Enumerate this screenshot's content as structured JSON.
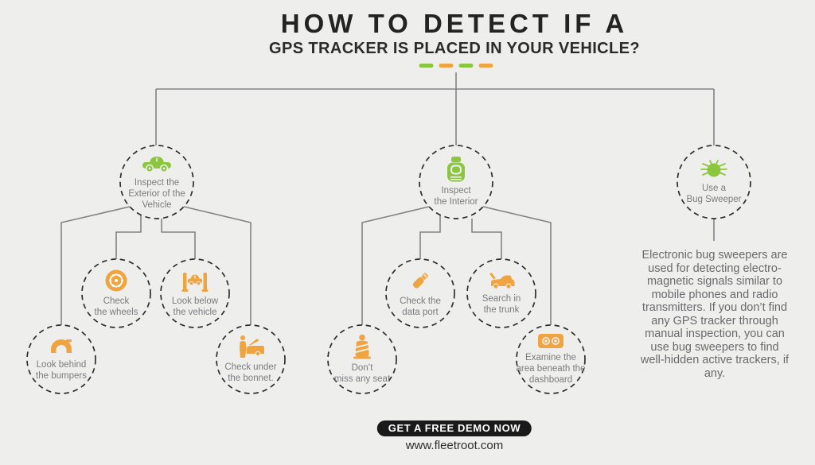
{
  "title": {
    "line1": "HOW TO DETECT IF A",
    "line2": "GPS TRACKER IS PLACED IN YOUR VEHICLE?"
  },
  "colors": {
    "background": "#eeeeec",
    "green": "#8cc63e",
    "orange": "#f0a440",
    "connector_gray": "#838387",
    "circle_dash": "#2e2e2e",
    "node_text_gray": "#7c7c80",
    "title_dark": "#232323",
    "cta_background": "#1a1a1a",
    "cta_text": "#ffffff"
  },
  "diagram": {
    "main_nodes": {
      "exterior": {
        "label": "Inspect the\nExterior of the\nVehicle",
        "icon": "car-icon"
      },
      "interior": {
        "label": "Inspect\nthe Interior",
        "icon": "car-seat-icon"
      },
      "bug_sweeper": {
        "label": "Use a\nBug Sweeper",
        "icon": "bug-icon"
      }
    },
    "exterior_children": {
      "bumpers": {
        "label": "Look behind\nthe bumpers",
        "icon": "bumper-icon"
      },
      "wheels": {
        "label": "Check\nthe wheels",
        "icon": "wheel-icon"
      },
      "below_vehicle": {
        "label": "Look below\nthe vehicle",
        "icon": "car-lift-icon"
      },
      "bonnet": {
        "label": "Check under\nthe bonnet.",
        "icon": "mechanic-icon"
      }
    },
    "interior_children": {
      "seat": {
        "label": "Don’t\nmiss any seat",
        "icon": "baby-seat-icon"
      },
      "data_port": {
        "label": "Check the\ndata port",
        "icon": "usb-icon"
      },
      "trunk": {
        "label": "Search in\nthe trunk",
        "icon": "car-trunk-icon"
      },
      "dashboard": {
        "label": "Examine the\narea beneath the\ndashboard",
        "icon": "dashboard-icon"
      }
    },
    "bug_sweeper_description": "Electronic bug sweepers are\nused for detecting electro-\nmagnetic signals similar to\nmobile phones and radio\ntransmitters. If you don’t find\nany GPS tracker through\nmanual inspection, you can\nuse bug sweepers to find\nwell-hidden active trackers, if\nany."
  },
  "footer": {
    "cta_label": "GET A FREE DEMO NOW",
    "website": "www.fleetroot.com"
  }
}
